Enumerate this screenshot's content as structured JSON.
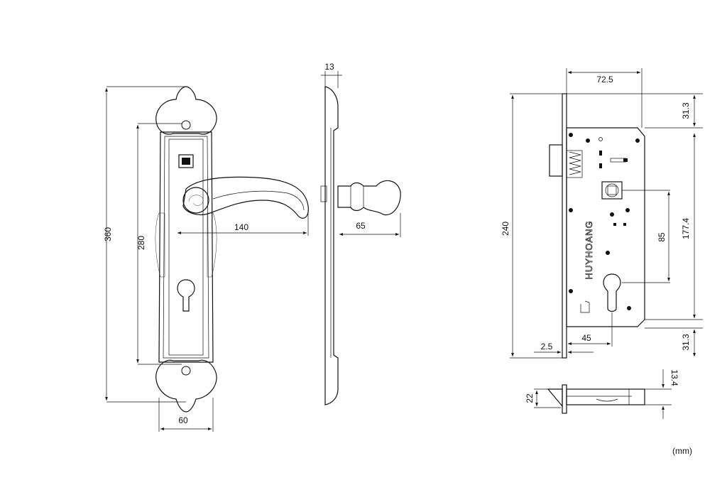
{
  "units": "(mm)",
  "brand": "HUYHOANG",
  "front_view": {
    "plate_height": "360",
    "hole_spacing": "280",
    "lever_length": "140",
    "plate_width": "60"
  },
  "side_view": {
    "plate_thickness": "13",
    "lever_projection": "65"
  },
  "lock_body": {
    "top_width": "72.5",
    "top_offset": "31.3",
    "total_height": "240",
    "body_height": "177.4",
    "center_distance": "85",
    "backset": "45",
    "faceplate_thickness": "2.5",
    "bottom_offset": "31.3"
  },
  "latch_view": {
    "height": "22",
    "width": "13.4"
  }
}
